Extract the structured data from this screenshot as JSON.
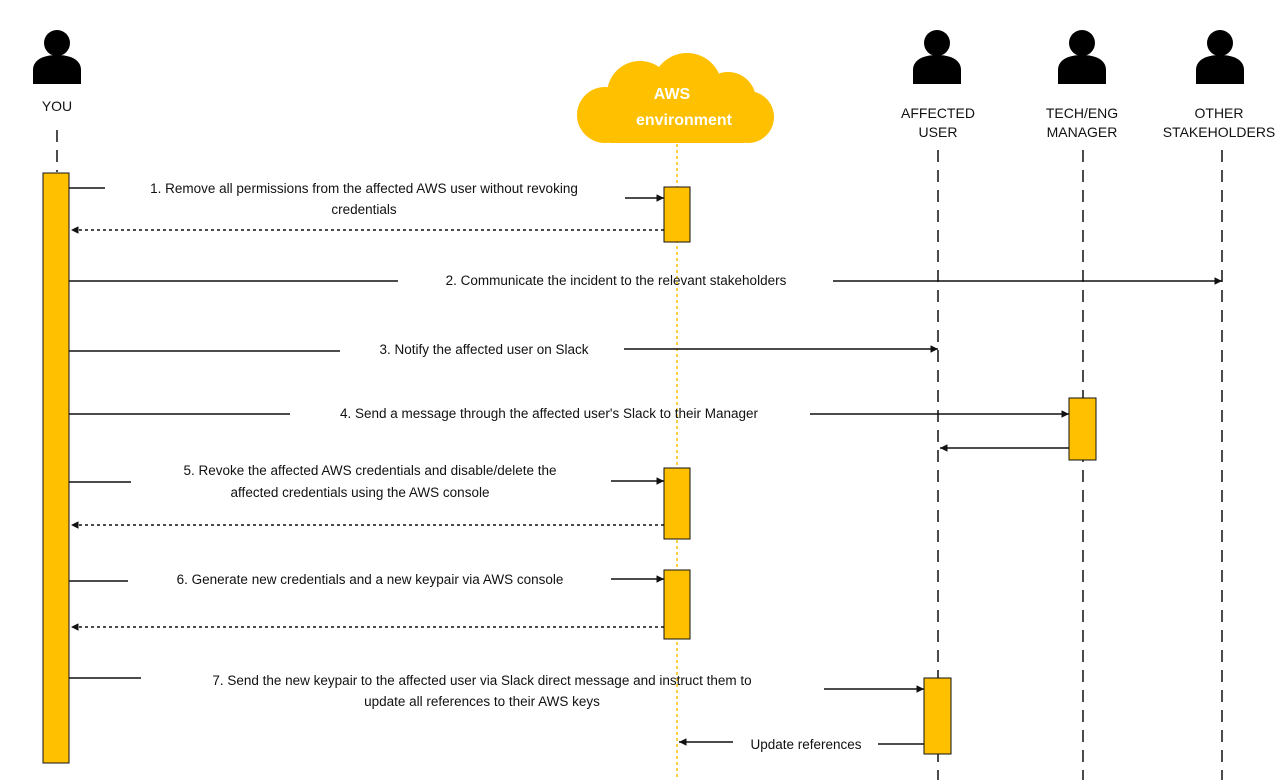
{
  "actors": {
    "you": "YOU",
    "aws_line1": "AWS",
    "aws_line2": "environment",
    "affected_line1": "AFFECTED",
    "affected_line2": "USER",
    "manager_line1": "TECH/ENG",
    "manager_line2": "MANAGER",
    "other_line1": "OTHER",
    "other_line2": "STAKEHOLDERS"
  },
  "messages": {
    "m1_line1": "1. Remove all permissions from the affected AWS user without revoking",
    "m1_line2": "credentials",
    "m2": "2. Communicate the incident to the relevant stakeholders",
    "m3": "3. Notify the affected user on Slack",
    "m4": "4. Send a message through the affected user's Slack to their Manager",
    "m5_line1": "5. Revoke the affected AWS credentials and disable/delete the",
    "m5_line2": "affected credentials using the AWS console",
    "m6": "6. Generate new credentials and a new keypair via AWS console",
    "m7_line1": "7. Send the new keypair to the affected user via Slack direct message and instruct them to",
    "m7_line2": "update all references to their AWS keys",
    "m8": "Update references"
  },
  "colors": {
    "activation": "#ffc000",
    "cloud": "#ffc000",
    "line": "#111111",
    "person_icon": "#000000"
  }
}
